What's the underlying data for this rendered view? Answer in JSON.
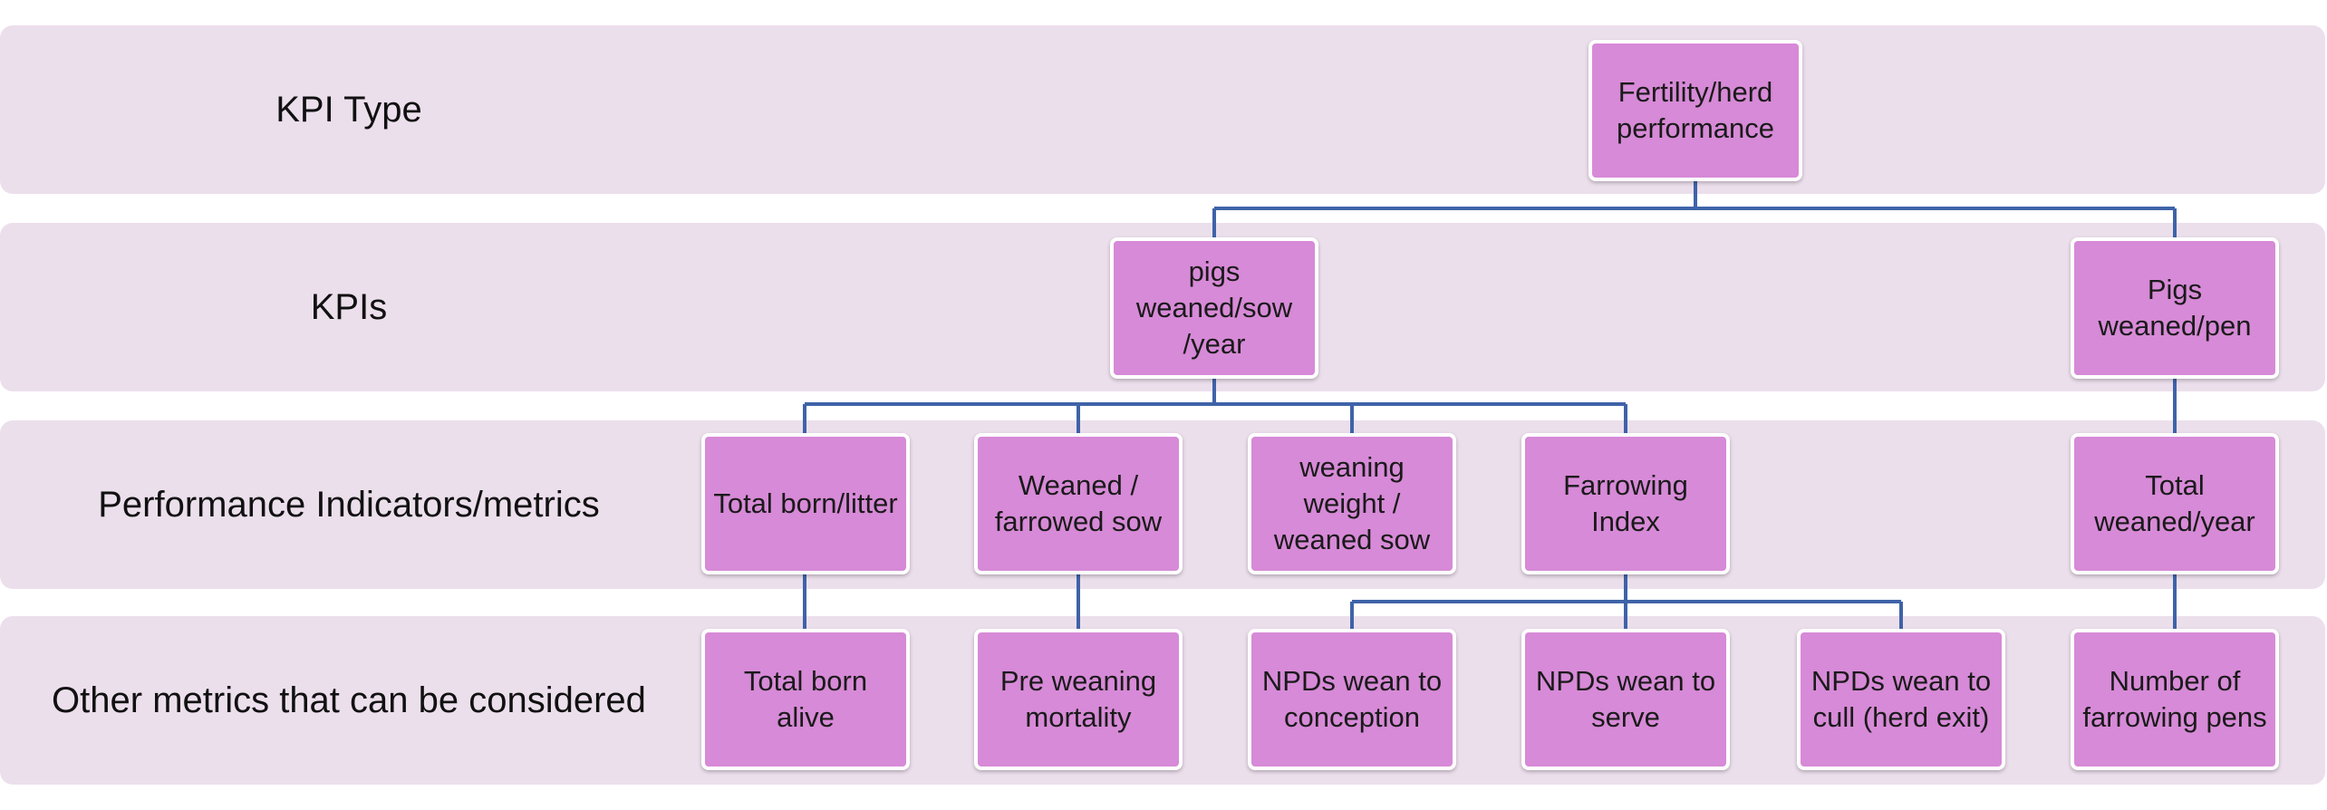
{
  "rows": {
    "kpi_type": "KPI Type",
    "kpis": "KPIs",
    "performance_indicators": "Performance Indicators/metrics",
    "other_metrics": "Other metrics that can be considered"
  },
  "nodes": {
    "fertility": "Fertility/herd performance",
    "pigs_weaned_sow_year": "pigs weaned/sow /year",
    "pigs_weaned_pen": "Pigs weaned/pen",
    "total_born_litter": "Total born/litter",
    "weaned_farrowed_sow": "Weaned / farrowed sow",
    "weaning_weight": "weaning weight / weaned sow",
    "farrowing_index": "Farrowing Index",
    "total_weaned_year": "Total weaned/year",
    "total_born_alive": "Total born alive",
    "pre_weaning_mortality": "Pre weaning mortality",
    "npds_wean_conception": "NPDs wean to conception",
    "npds_wean_serve": "NPDs wean to serve",
    "npds_wean_cull": "NPDs wean to cull (herd exit)",
    "number_farrowing_pens": "Number of farrowing pens"
  },
  "colors": {
    "band": "#ecdfec",
    "node": "#d78ad7",
    "connector": "#3f63a8"
  }
}
